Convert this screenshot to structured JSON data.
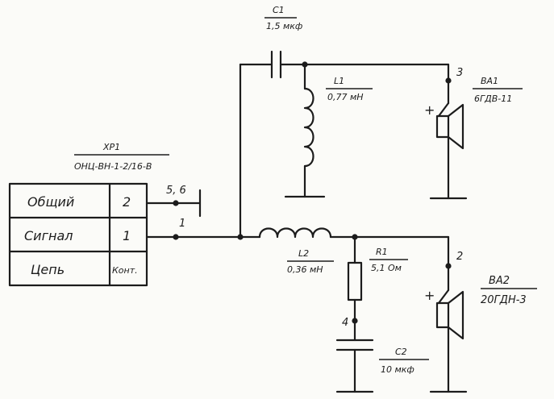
{
  "connector": {
    "designator": "XP1",
    "type": "ОНЦ-ВН-1-2/16-В",
    "rows": [
      {
        "name": "Общий",
        "pin": "2"
      },
      {
        "name": "Сигнал",
        "pin": "1"
      },
      {
        "name": "Цепь",
        "pin": "Конт."
      }
    ],
    "pin_label_common": "5, 6",
    "pin_label_signal": "1"
  },
  "components": {
    "c1": {
      "ref": "C1",
      "value": "1,5 мкф"
    },
    "l1": {
      "ref": "L1",
      "value": "0,77 мН"
    },
    "l2": {
      "ref": "L2",
      "value": "0,36 мН"
    },
    "r1": {
      "ref": "R1",
      "value": "5,1 Ом"
    },
    "c2": {
      "ref": "C2",
      "value": "10 мкф"
    }
  },
  "speakers": {
    "ba1": {
      "ref": "BA1",
      "model": "6ГДВ-11",
      "polarity": "+"
    },
    "ba2": {
      "ref": "BA2",
      "model": "20ГДН-3",
      "polarity": "+"
    }
  },
  "nodes": {
    "n2": "2",
    "n3": "3",
    "n4": "4"
  }
}
